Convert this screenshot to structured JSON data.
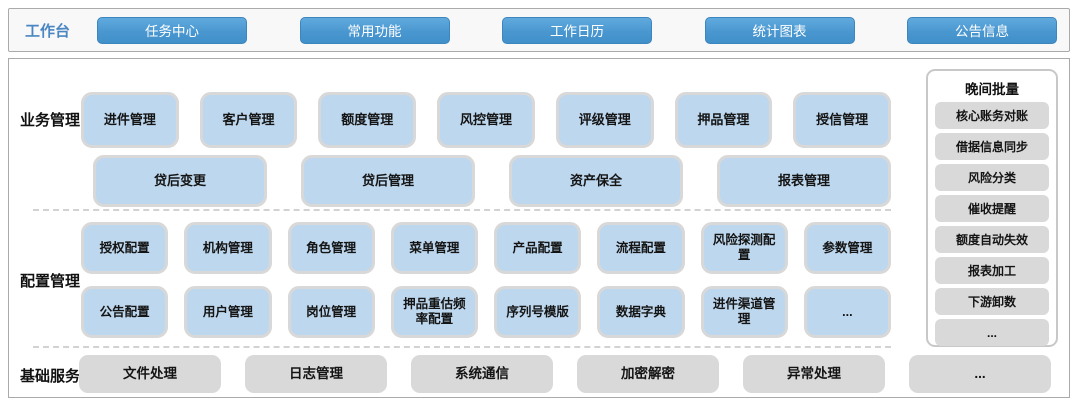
{
  "topbar": {
    "label": "工作台",
    "buttons": [
      "任务中心",
      "常用功能",
      "工作日历",
      "统计图表",
      "公告信息"
    ]
  },
  "sections": {
    "business": {
      "label": "业务管理",
      "row1": [
        "进件管理",
        "客户管理",
        "额度管理",
        "风控管理",
        "评级管理",
        "押品管理",
        "授信管理"
      ],
      "row2": [
        "贷后变更",
        "贷后管理",
        "资产保全",
        "报表管理"
      ]
    },
    "config": {
      "label": "配置管理",
      "row1": [
        "授权配置",
        "机构管理",
        "角色管理",
        "菜单管理",
        "产品配置",
        "流程配置",
        "风险探测配置",
        "参数管理"
      ],
      "row2": [
        "公告配置",
        "用户管理",
        "岗位管理",
        "押品重估频率配置",
        "序列号模版",
        "数据字典",
        "进件渠道管理",
        "..."
      ]
    },
    "base": {
      "label": "基础服务",
      "items": [
        "文件处理",
        "日志管理",
        "系统通信",
        "加密解密",
        "异常处理",
        "..."
      ]
    },
    "night": {
      "title": "晚间批量",
      "items": [
        "核心账务对账",
        "借据信息同步",
        "风险分类",
        "催收提醒",
        "额度自动失效",
        "报表加工",
        "下游卸数",
        "..."
      ]
    }
  },
  "colors": {
    "primary_button_blue": "#4a97d0",
    "module_light_blue": "#bdd7ee",
    "gray_box": "#d9d9d9",
    "label_blue": "#4a86c2"
  }
}
